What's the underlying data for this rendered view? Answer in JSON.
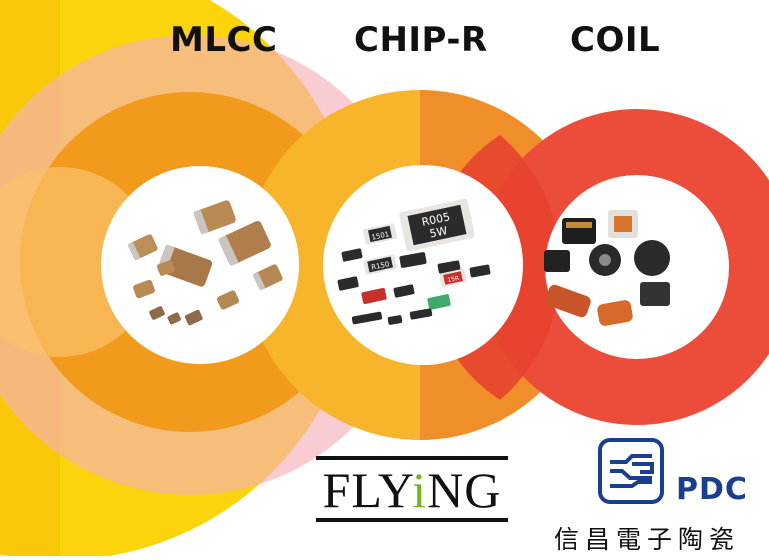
{
  "categories": {
    "mlcc": "MLCC",
    "chip_r": "CHIP-R",
    "coil": "COIL"
  },
  "logos": {
    "flying": {
      "prefix": "FLY",
      "accent": "i",
      "suffix": "NG",
      "accent_color": "#7ab21e"
    },
    "pdc": {
      "name": "PDC",
      "chinese_name": "信昌電子陶瓷",
      "brand_color": "#1a3f8f"
    }
  },
  "chip_labels": {
    "large_resistor_top": "R005",
    "large_resistor_bottom": "5W",
    "r150": "R150",
    "r1501": "1501",
    "r15r": "15R"
  },
  "colors": {
    "yellow": "#fbd40b",
    "orange": "#f29a1c",
    "amber": "#f6b52a",
    "red": "#ec4d3b",
    "pink": "#f2a6b4"
  }
}
